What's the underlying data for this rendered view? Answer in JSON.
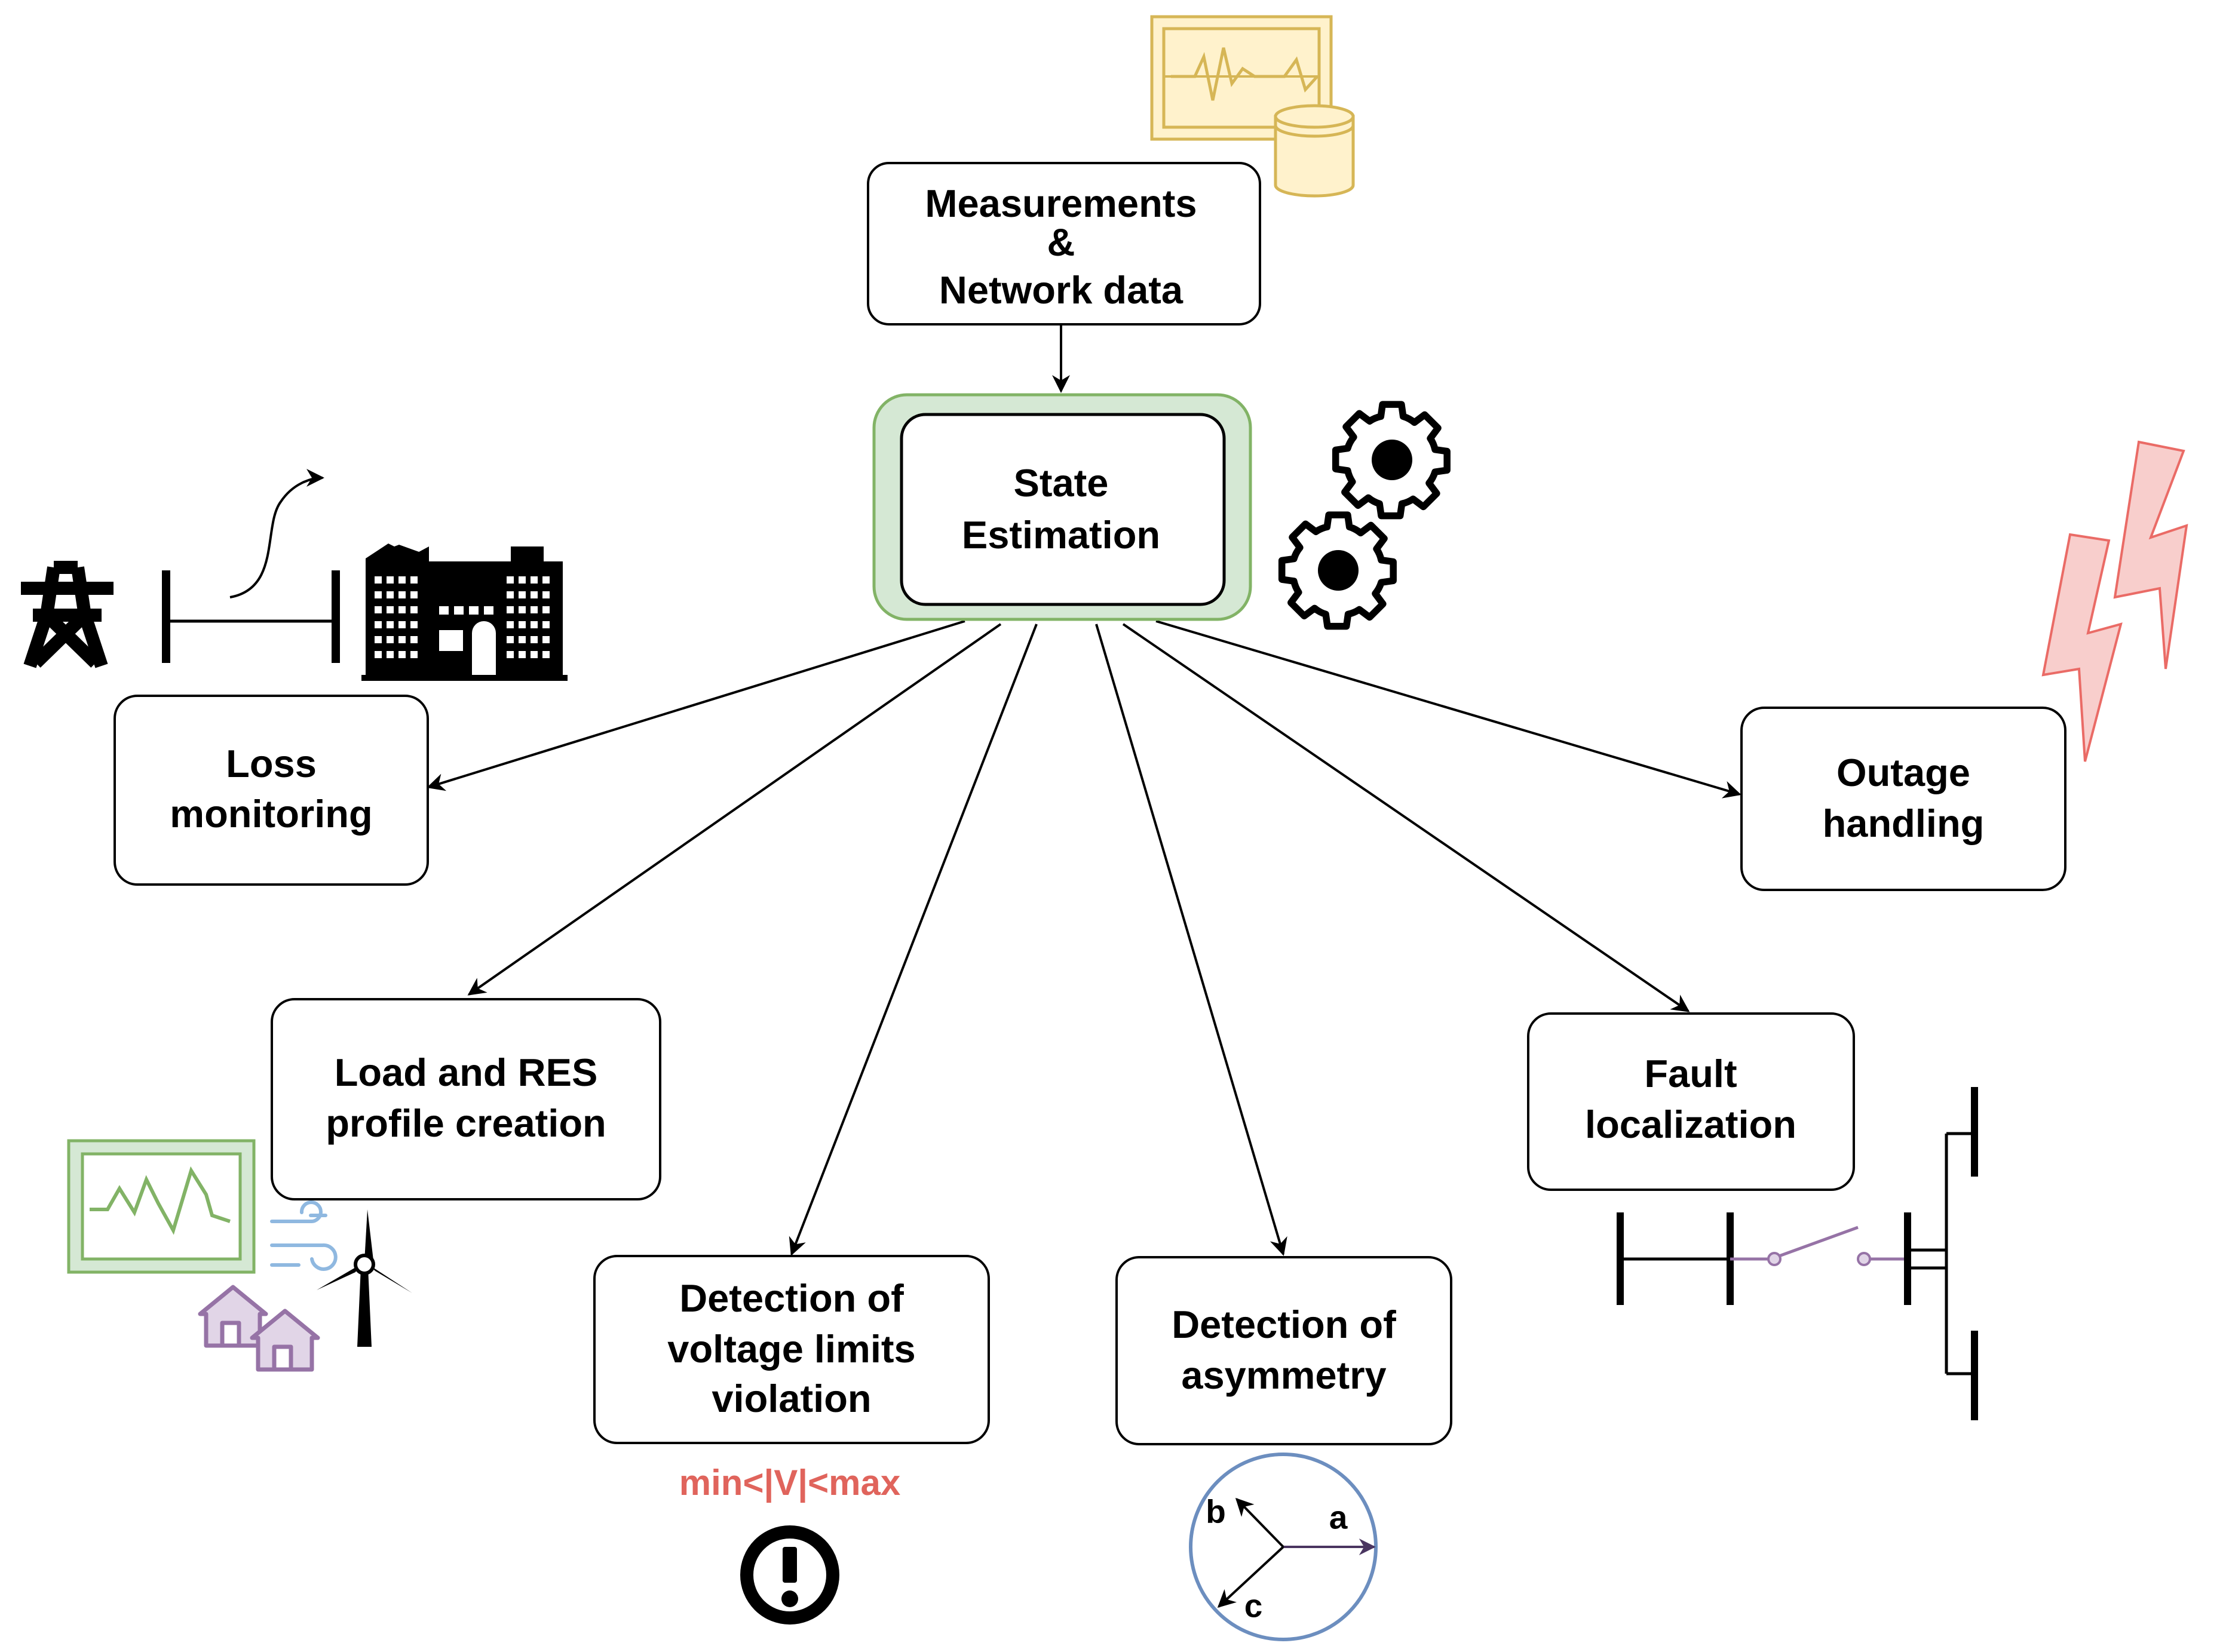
{
  "colors": {
    "se_fill": "#d5e8d4",
    "se_stroke": "#82b366",
    "db_fill": "#fff2cc",
    "db_stroke": "#d6b656",
    "lightning_fill": "#f8cecc",
    "lightning_stroke": "#ea6b66",
    "voltage_text": "#e0645c",
    "phasor_circle": "#6c8ebf",
    "switch_color": "#9673a6",
    "houses_fill": "#e1d5e7",
    "monitor_green_fill": "#d5e8d4",
    "wind_blue": "#8fb8e0"
  },
  "nodes": {
    "measurements": {
      "lines": [
        "Measurements",
        "&",
        "Network data"
      ]
    },
    "state_estimation": {
      "lines": [
        "State",
        "Estimation"
      ]
    },
    "loss_monitoring": {
      "lines": [
        "Loss",
        "monitoring"
      ]
    },
    "outage_handling": {
      "lines": [
        "Outage",
        "handling"
      ]
    },
    "load_res": {
      "lines": [
        "Load and RES",
        "profile creation"
      ]
    },
    "fault_localization": {
      "lines": [
        "Fault",
        "localization"
      ]
    },
    "voltage_violation": {
      "lines": [
        "Detection of",
        "voltage limits",
        "violation"
      ]
    },
    "asymmetry": {
      "lines": [
        "Detection of",
        "asymmetry"
      ]
    }
  },
  "voltage_condition": "min<|V|<max",
  "phasor_labels": {
    "a": "a",
    "b": "b",
    "c": "c"
  },
  "icons": [
    "monitor-database-icon",
    "gears-icon",
    "transmission-tower-icon",
    "factory-icon",
    "lightning-icon",
    "load-monitor-icon",
    "wind-icon",
    "wind-turbine-icon",
    "houses-icon",
    "warning-icon",
    "phasor-icon",
    "switch-busbar-icon"
  ]
}
